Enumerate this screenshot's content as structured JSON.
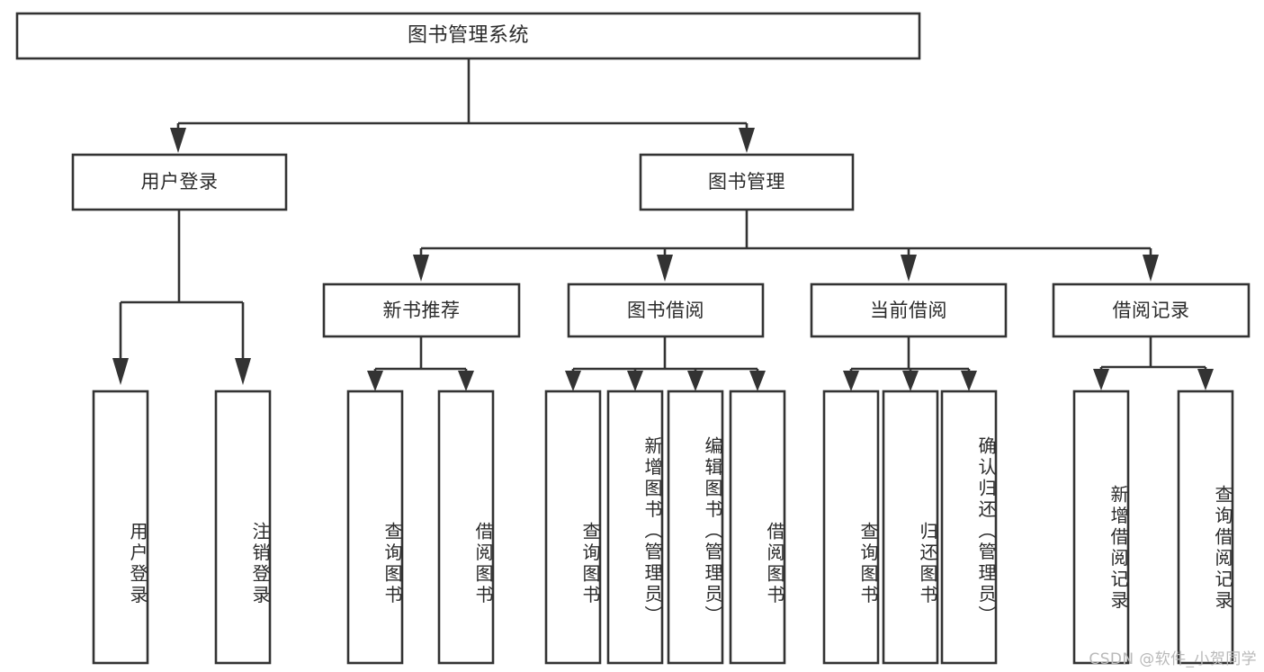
{
  "diagram": {
    "type": "tree",
    "title": "图书管理系统",
    "watermark": "CSDN @软件_小贺同学",
    "colors": {
      "box_stroke": "#333333",
      "box_fill": "#ffffff",
      "text": "#2b2b2b",
      "connector": "#333333",
      "watermark": "#b9b9b9",
      "background": "#ffffff"
    },
    "nodes": {
      "root": {
        "label": "图书管理系统"
      },
      "level1": [
        {
          "label": "用户登录"
        },
        {
          "label": "图书管理"
        }
      ],
      "level2": [
        {
          "label": "新书推荐"
        },
        {
          "label": "图书借阅"
        },
        {
          "label": "当前借阅"
        },
        {
          "label": "借阅记录"
        }
      ],
      "leaves_user_login": [
        {
          "label": "用户登录"
        },
        {
          "label": "注销登录"
        }
      ],
      "leaves_new_book": [
        {
          "label": "查询图书"
        },
        {
          "label": "借阅图书"
        }
      ],
      "leaves_borrow": [
        {
          "label": "查询图书"
        },
        {
          "label": "新增图书（管理员）"
        },
        {
          "label": "编辑图书（管理员）"
        },
        {
          "label": "借阅图书"
        }
      ],
      "leaves_current": [
        {
          "label": "查询图书"
        },
        {
          "label": "归还图书"
        },
        {
          "label": "确认归还（管理员）"
        }
      ],
      "leaves_records": [
        {
          "label": "新增借阅记录"
        },
        {
          "label": "查询借阅记录"
        }
      ]
    }
  }
}
